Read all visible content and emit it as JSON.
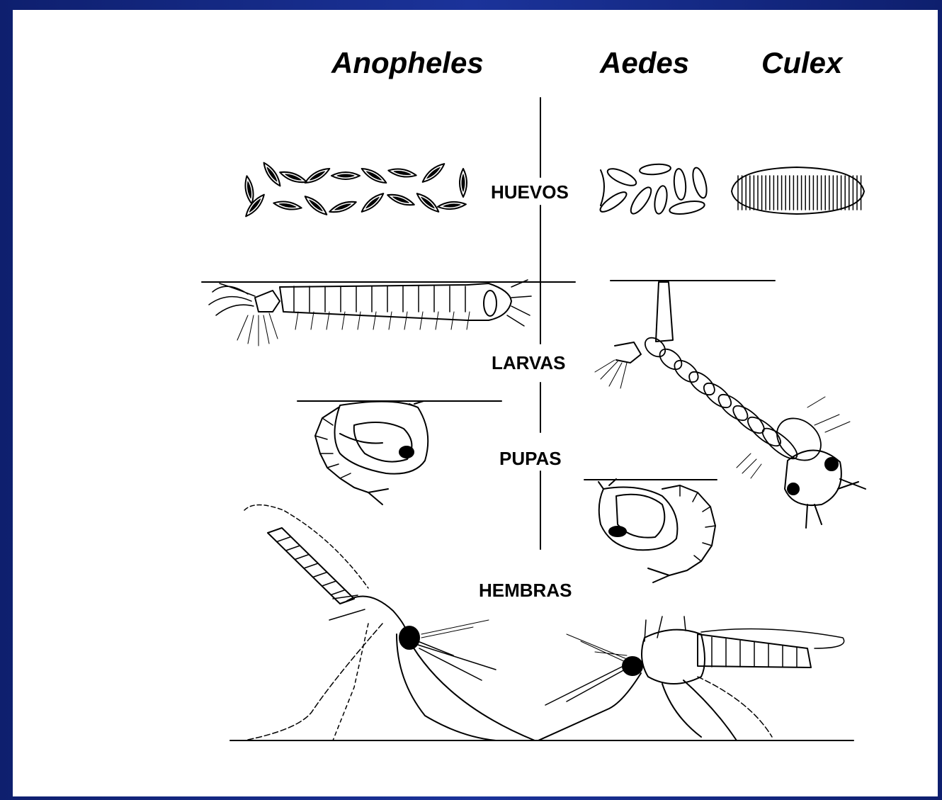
{
  "genera": {
    "anopheles": "Anopheles",
    "aedes": "Aedes",
    "culex": "Culex"
  },
  "stages": {
    "eggs": "HUEVOS",
    "larvae": "LARVAS",
    "pupae": "PUPAS",
    "females": "HEMBRAS"
  },
  "colors": {
    "frame": "#14287a",
    "panel": "#ffffff",
    "ink": "#000000"
  }
}
